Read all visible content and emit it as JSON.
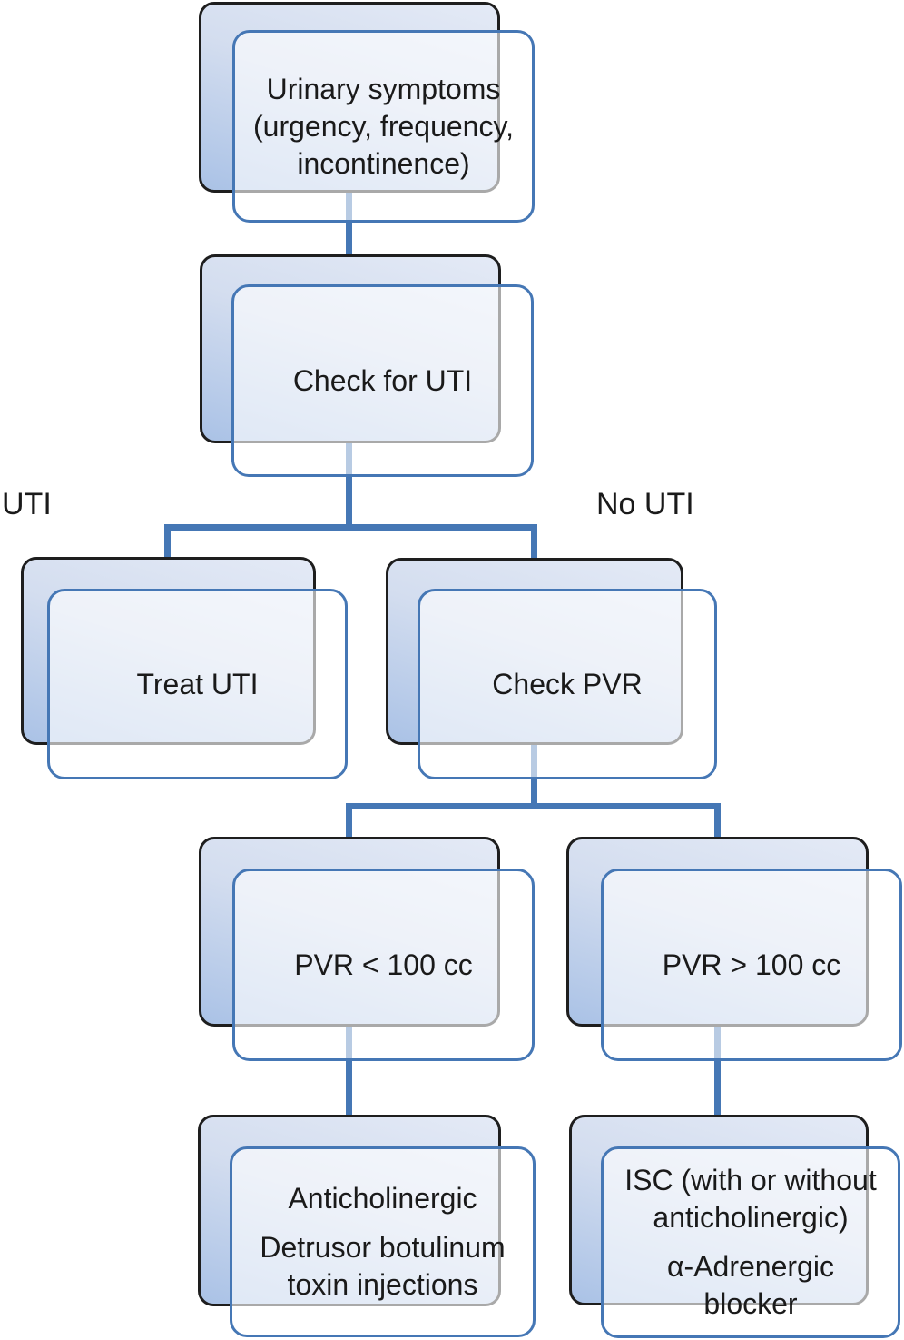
{
  "figure": {
    "type": "flowchart",
    "description": "Management algorithm for urinary symptoms"
  },
  "colors": {
    "accent_blue": "#4577b5",
    "back_border": "#1e1e1e",
    "gradient_top": "#e4eaf6",
    "gradient_bottom": "#aac2e6",
    "text": "#1a1a1a",
    "background": "#ffffff"
  },
  "branch_labels": {
    "left": "UTI",
    "right": "No UTI"
  },
  "nodes": [
    {
      "id": "urinary-symptoms",
      "paragraphs": [
        [
          "Urinary symptoms",
          "(urgency, frequency,",
          "incontinence)"
        ]
      ]
    },
    {
      "id": "check-for-uti",
      "paragraphs": [
        [
          "Check for UTI"
        ]
      ]
    },
    {
      "id": "treat-uti",
      "paragraphs": [
        [
          "Treat UTI"
        ]
      ]
    },
    {
      "id": "check-pvr",
      "paragraphs": [
        [
          "Check PVR"
        ]
      ]
    },
    {
      "id": "pvr-under-100cc",
      "paragraphs": [
        [
          "PVR < 100 cc"
        ]
      ]
    },
    {
      "id": "pvr-over-100cc",
      "paragraphs": [
        [
          "PVR > 100 cc"
        ]
      ]
    },
    {
      "id": "anticholinergic-botulinum",
      "paragraphs": [
        [
          "Anticholinergic"
        ],
        [
          "Detrusor botulinum",
          "toxin injections"
        ]
      ]
    },
    {
      "id": "isc-alpha-blocker",
      "paragraphs": [
        [
          "ISC (with or without",
          "anticholinergic)"
        ],
        [
          "α-Adrenergic",
          "blocker"
        ]
      ]
    }
  ]
}
